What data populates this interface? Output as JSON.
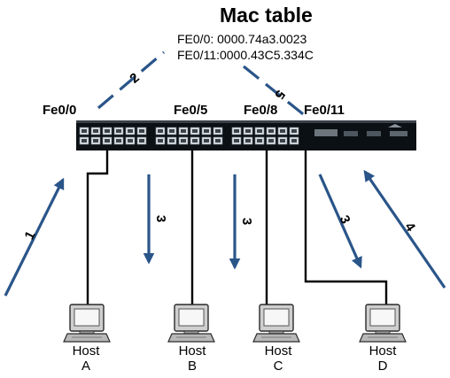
{
  "mac_table": {
    "title": "Mac table",
    "entries": [
      "FE0/0:  0000.74a3.0023",
      "FE0/11:0000.43C5.334C"
    ]
  },
  "ports": {
    "fe0_0": "Fe0/0",
    "fe0_5": "Fe0/5",
    "fe0_8": "Fe0/8",
    "fe0_11": "Fe0/11"
  },
  "hosts": [
    {
      "line1": "Host",
      "line2": "A"
    },
    {
      "line1": "Host",
      "line2": "B"
    },
    {
      "line1": "Host",
      "line2": "C"
    },
    {
      "line1": "Host",
      "line2": "D"
    }
  ],
  "steps": {
    "s1": "1",
    "s2": "2",
    "s3a": "3",
    "s3b": "3",
    "s3c": "3",
    "s4": "4",
    "s5": "5"
  },
  "colors": {
    "arrow": "#2a5589",
    "switch": "#0b1014",
    "cable": "#000000"
  }
}
